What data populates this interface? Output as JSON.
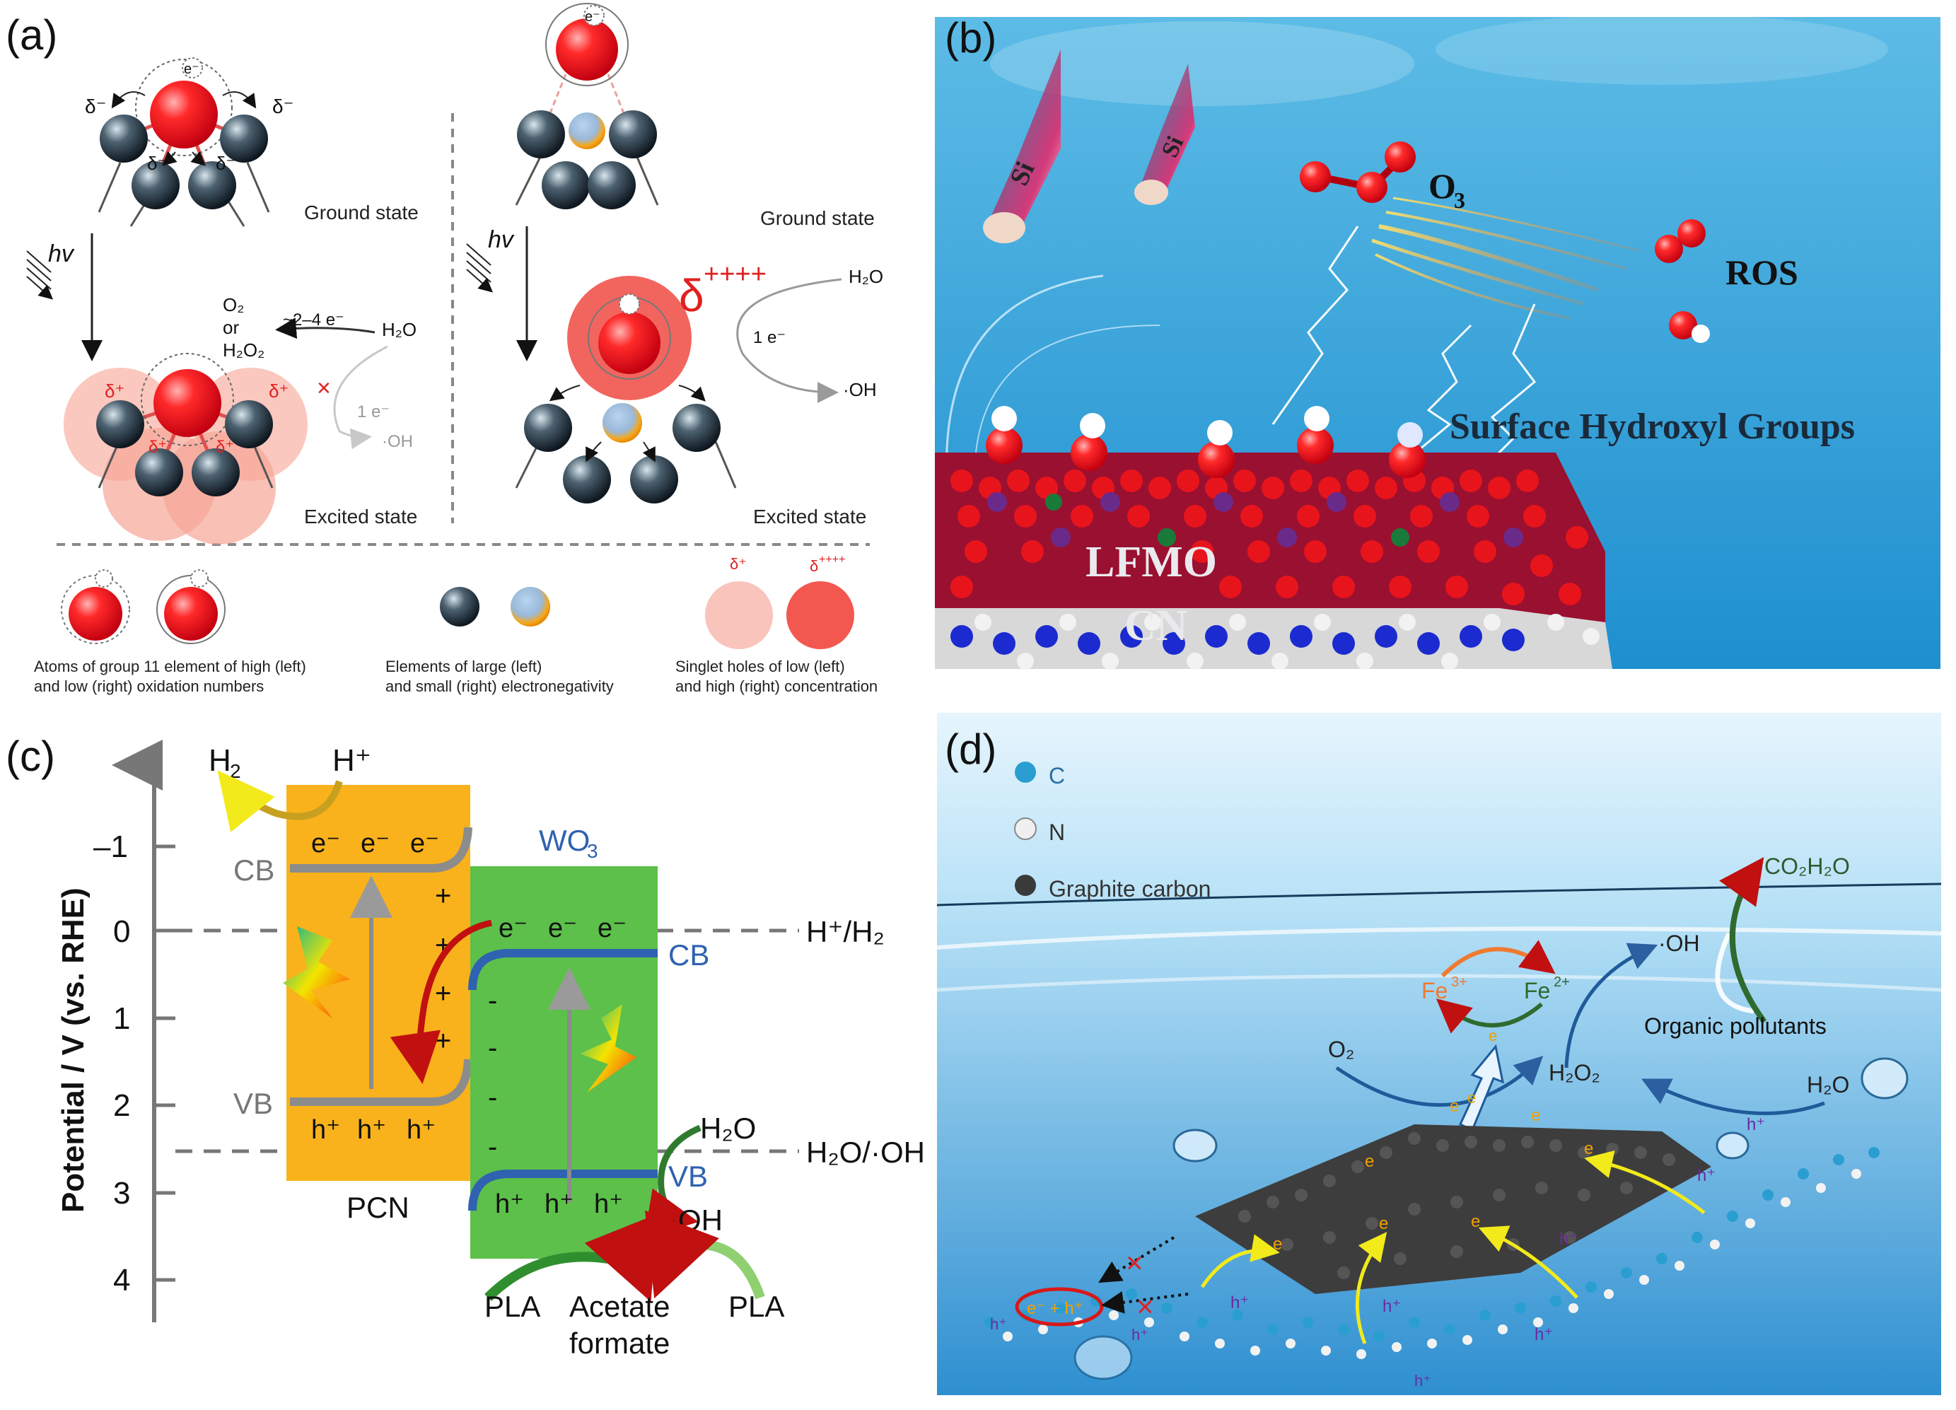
{
  "panels": {
    "a": {
      "label": "(a)",
      "ground_left": "Ground state",
      "ground_right": "Ground state",
      "excited_left": "Excited state",
      "excited_right": "Excited state",
      "hv_left": "hv",
      "hv_right": "hv",
      "electron": "e⁻",
      "delta_minus": "δ⁻",
      "delta_plus": "δ⁺",
      "delta_big": "δ",
      "delta_big_sup": "++++",
      "delta_small_sup": "++++",
      "o2_line1": "O₂",
      "o2_line2": "or",
      "o2_line3": "H₂O₂",
      "multi_e": "~2–4 e⁻",
      "h2o_left": "H₂O",
      "one_e_left": "1 e⁻",
      "oh_left": "·OH",
      "h2o_right": "H₂O",
      "one_e_right": "1 e⁻",
      "oh_right": "·OH",
      "blocked_mark": "×",
      "legend1_line1": "Atoms of group 11 element of high (left)",
      "legend1_line2": "and low (right) oxidation numbers",
      "legend2_line1": "Elements of large (left)",
      "legend2_line2": "and small (right) electronegativity",
      "legend3_line1": "Singlet holes of low (left)",
      "legend3_line2": "and high (right) concentration"
    },
    "b": {
      "label": "(b)",
      "si1": "Si",
      "si2": "Si",
      "o3": "O",
      "o3_sub": "3",
      "ros": "ROS",
      "surface": "Surface Hydroxyl Groups",
      "lfmo": "LFMO",
      "cn": "CN"
    },
    "c": {
      "label": "(c)",
      "axis_title": "Potential / V (vs. RHE)",
      "ticks": [
        "–1",
        "0",
        "1",
        "2",
        "3",
        "4"
      ],
      "h2": "H",
      "h2_sub": "2",
      "hplus": "H⁺",
      "pcn_cb": "CB",
      "pcn_vb": "VB",
      "pcn": "PCN",
      "wo3": "WO",
      "wo3_sub": "3",
      "wo3_cb": "CB",
      "wo3_vb": "VB",
      "electron": "e⁻",
      "hole": "h⁺",
      "plus": "+",
      "minus": "-",
      "ref_h": "H⁺/H₂",
      "ref_oh": "H₂O/·OH",
      "h2o": "H₂O",
      "oh": "·OH",
      "pla_left": "PLA",
      "pla_right": "PLA",
      "acetate_line1": "Acetate",
      "acetate_line2": "formate"
    },
    "d": {
      "label": "(d)",
      "legend_c": "C",
      "legend_n": "N",
      "legend_g": "Graphite carbon",
      "co2": "CO₂H₂O",
      "fe3": "Fe",
      "fe3_sup": "3+",
      "fe2": "Fe",
      "fe2_sup": "2+",
      "oh": "·OH",
      "organic": "Organic pollutants",
      "o2": "O₂",
      "h2o2": "H₂O₂",
      "h2o": "H₂O",
      "electron": "e",
      "hole": "h⁺",
      "pair": "e⁻ + h⁺"
    }
  },
  "colors": {
    "pcn_orange": "#f9b21c",
    "wo3_green": "#5cc04a",
    "band_gray": "#8c8c8c",
    "band_blue": "#2f62b0",
    "red_atom": "#e8141c",
    "dark_atom": "#1e2a33",
    "sky_blue": "#4fb6e0",
    "water_blue": "#3a9fd8"
  }
}
